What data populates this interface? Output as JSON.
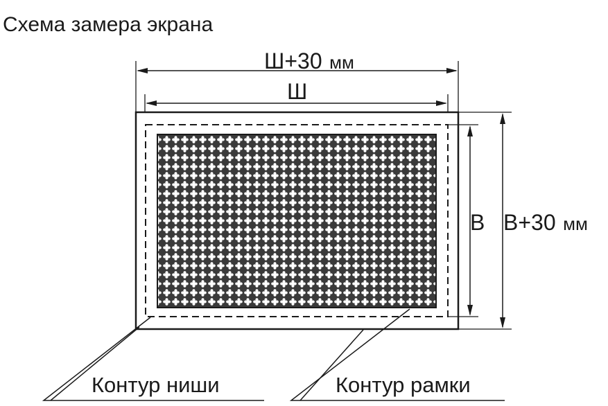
{
  "title": "Схема замера экрана",
  "dimensions": {
    "outer_width_symbol": "Ш+30",
    "outer_width_unit": "мм",
    "inner_width_symbol": "Ш",
    "inner_height_symbol": "В",
    "outer_height_symbol": "В+30",
    "outer_height_unit": "мм"
  },
  "callouts": {
    "niche": "Контур ниши",
    "frame": "Контур рамки"
  },
  "colors": {
    "line": "#1a1a1a",
    "background": "#ffffff"
  }
}
